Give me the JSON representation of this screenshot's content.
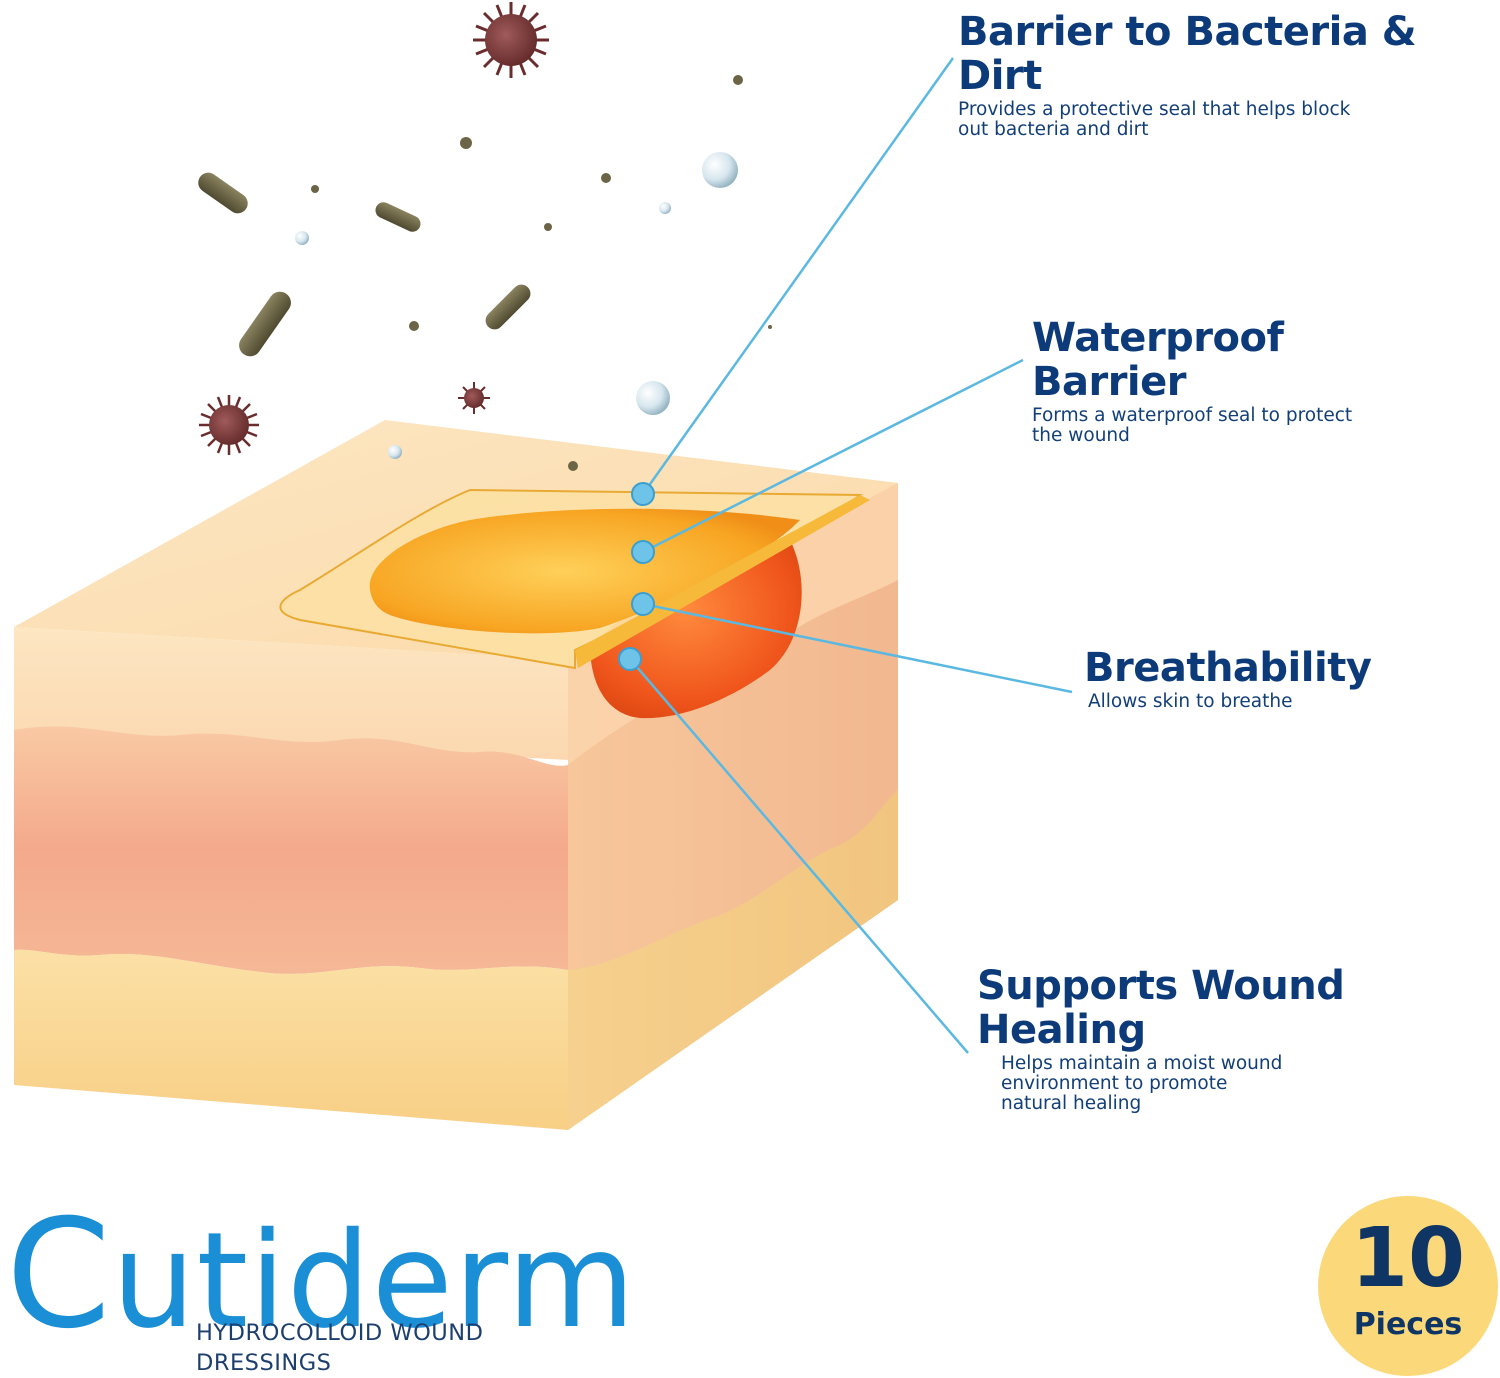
{
  "callouts": [
    {
      "title": "Barrier to Bacteria & Dirt",
      "text": "Provides a protective seal that helps block\nout bacteria and dirt"
    },
    {
      "title": "Waterproof\nBarrier",
      "text": "Forms a waterproof seal to protect\nthe wound"
    },
    {
      "title": "Breathability",
      "text": "Allows skin to breathe"
    },
    {
      "title": "Supports Wound\nHealing",
      "text": "Helps maintain a moist wound\nenvironment to promote\nnatural healing"
    }
  ],
  "brand": {
    "name_initial": "C",
    "name_rest": "utiderm",
    "subtitle": "HYDROCOLLOID WOUND\nDRESSINGS"
  },
  "badge": {
    "count": "10",
    "unit": "Pieces"
  },
  "colors": {
    "heading": "#0d3b7a",
    "brand": "#1a8fd6",
    "badge": "#fbd97a",
    "leader_line": "#5bb8e0"
  }
}
